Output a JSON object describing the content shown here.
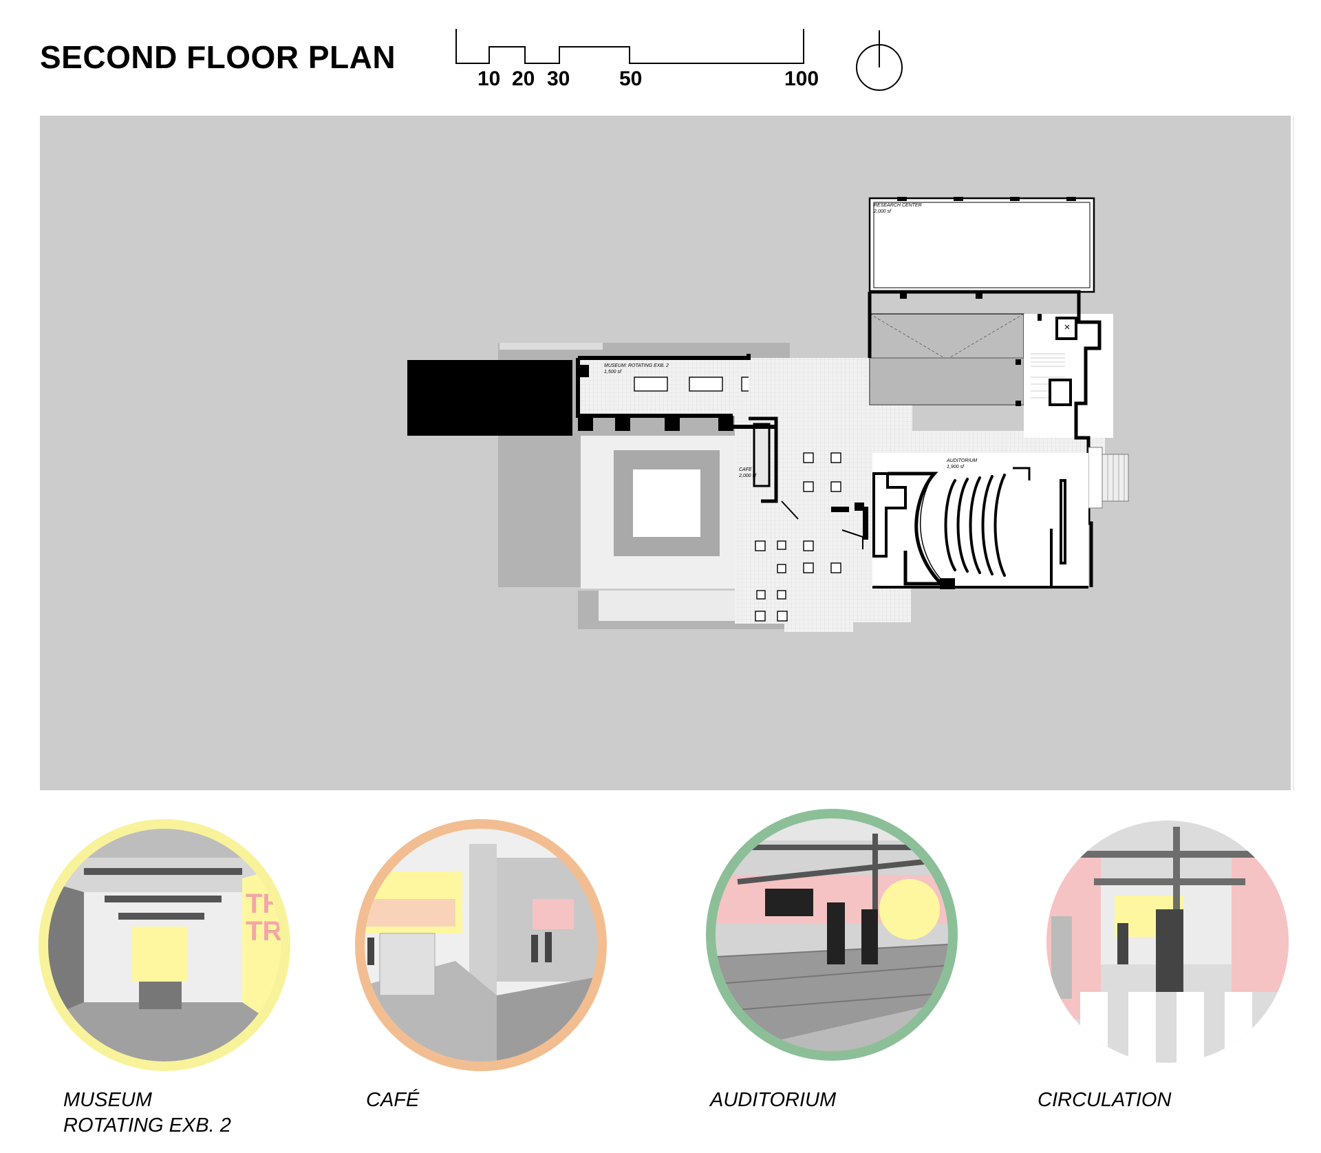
{
  "header": {
    "title": "SECOND FLOOR PLAN",
    "scale_labels": [
      "10",
      "20",
      "30",
      "50",
      "100"
    ]
  },
  "plan": {
    "rooms": [
      {
        "name": "RESEARCH CENTER",
        "area": "2,000 sf"
      },
      {
        "name": "MUSEUM: ROTATING EXB. 2",
        "area": "1,500 sf"
      },
      {
        "name": "CAFE",
        "area": "2,000 sf"
      },
      {
        "name": "AUDITORIUM",
        "area": "1,900 sf"
      }
    ]
  },
  "vignettes": [
    {
      "caption_line1": "MUSEUM",
      "caption_line2": "ROTATING EXB. 2",
      "ring_color": "#f8f39b"
    },
    {
      "caption_line1": "CAFÉ",
      "ring_color": "#f2be91"
    },
    {
      "caption_line1": "AUDITORIUM",
      "ring_color": "#8cbf98"
    },
    {
      "caption_line1": "CIRCULATION"
    }
  ],
  "colors": {
    "plan_background": "#cccccc",
    "accent_yellow": "#fff7a0",
    "accent_pink": "#f5c3c3"
  }
}
